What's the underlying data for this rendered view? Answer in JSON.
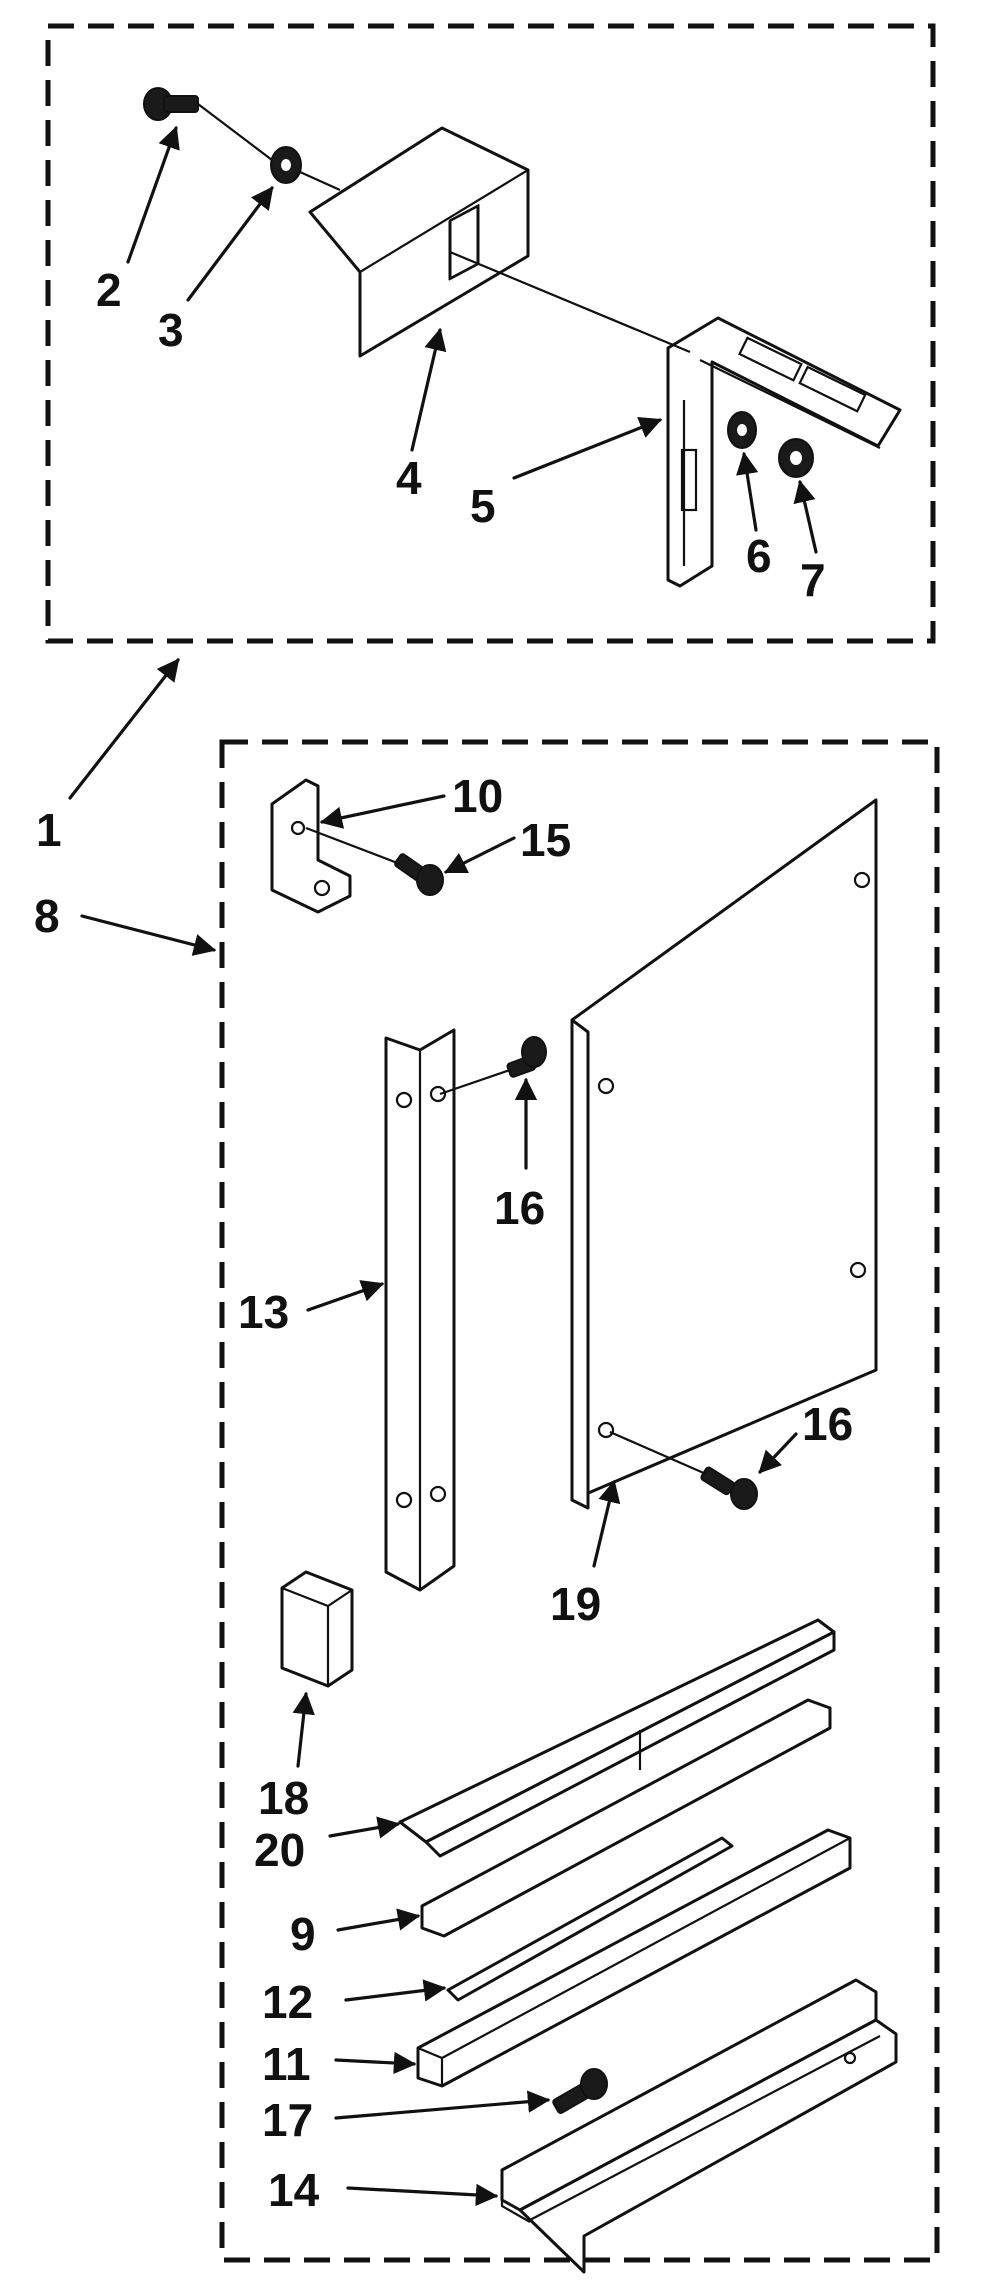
{
  "callouts": {
    "c1": "1",
    "c2": "2",
    "c3": "3",
    "c4": "4",
    "c5": "5",
    "c6": "6",
    "c7": "7",
    "c8": "8",
    "c9": "9",
    "c10": "10",
    "c11": "11",
    "c12": "12",
    "c13": "13",
    "c14": "14",
    "c15": "15",
    "c16a": "16",
    "c16b": "16",
    "c17": "17",
    "c18": "18",
    "c19": "19",
    "c20": "20"
  }
}
